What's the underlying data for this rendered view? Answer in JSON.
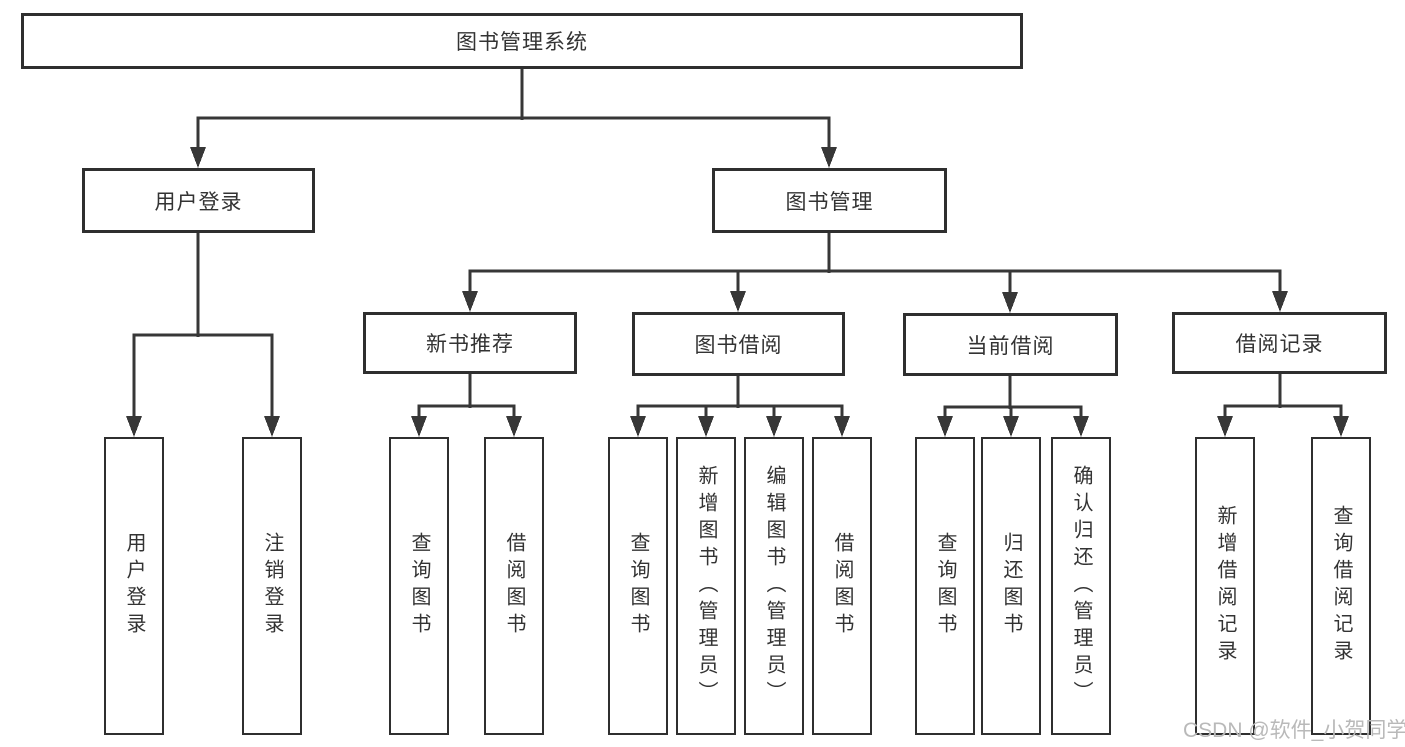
{
  "diagram": {
    "root_label": "图书管理系统",
    "branches": [
      {
        "label": "用户登录",
        "children": [
          {
            "label": "用户登录"
          },
          {
            "label": "注销登录"
          }
        ]
      },
      {
        "label": "图书管理",
        "children": [
          {
            "label": "新书推荐",
            "children": [
              {
                "label": "查询图书"
              },
              {
                "label": "借阅图书"
              }
            ]
          },
          {
            "label": "图书借阅",
            "children": [
              {
                "label": "查询图书"
              },
              {
                "label": "新增图书（管理员）"
              },
              {
                "label": "编辑图书（管理员）"
              },
              {
                "label": "借阅图书"
              }
            ]
          },
          {
            "label": "当前借阅",
            "children": [
              {
                "label": "查询图书"
              },
              {
                "label": "归还图书"
              },
              {
                "label": "确认归还（管理员）"
              }
            ]
          },
          {
            "label": "借阅记录",
            "children": [
              {
                "label": "新增借阅记录"
              },
              {
                "label": "查询借阅记录"
              }
            ]
          }
        ]
      }
    ]
  },
  "watermark": {
    "text": "CSDN @软件_小贺同学"
  },
  "colors": {
    "line": "#373737",
    "box_border": "#2f2f2f",
    "text": "#333333",
    "watermark": "#b9b9b9",
    "background": "#ffffff"
  }
}
